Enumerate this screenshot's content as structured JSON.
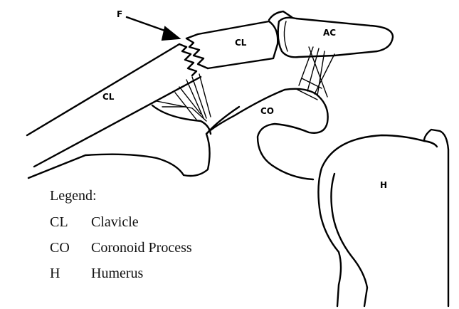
{
  "labels": {
    "fracture": "F",
    "clavicle_distal": "CL",
    "clavicle_proximal": "CL",
    "acromion": "AC",
    "coronoid": "CO",
    "humerus": "H"
  },
  "legend": {
    "title": "Legend:",
    "items": [
      {
        "abbr": "CL",
        "text": "Clavicle"
      },
      {
        "abbr": "CO",
        "text": "Coronoid Process"
      },
      {
        "abbr": "H",
        "text": "Humerus"
      }
    ]
  }
}
